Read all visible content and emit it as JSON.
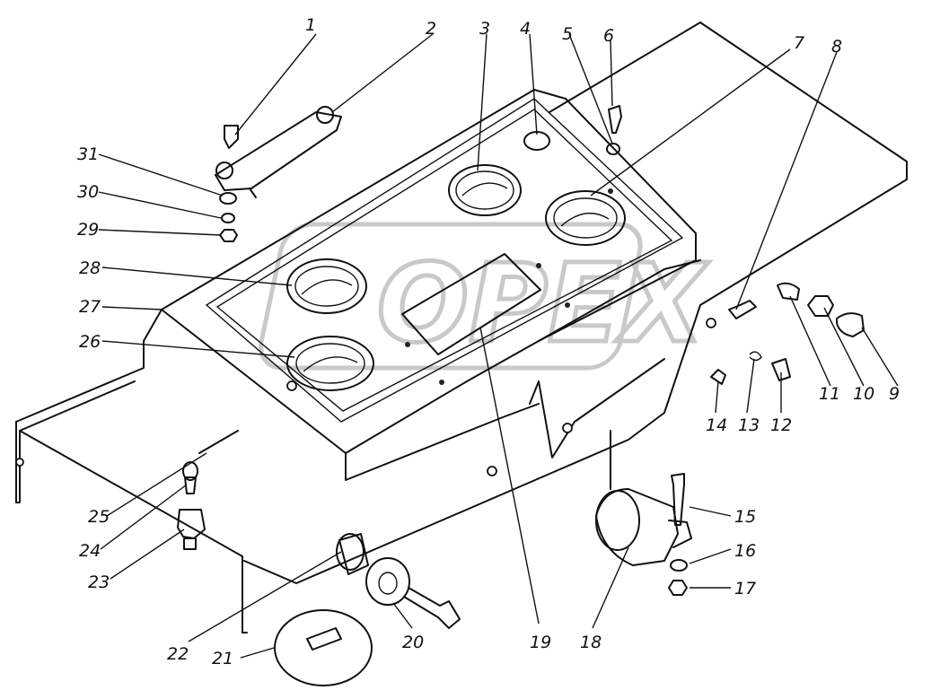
{
  "labels": [
    "1",
    "2",
    "3",
    "4",
    "5",
    "6",
    "7",
    "8",
    "9",
    "10",
    "11",
    "12",
    "13",
    "14",
    "15",
    "16",
    "17",
    "18",
    "19",
    "20",
    "21",
    "22",
    "23",
    "24",
    "25",
    "26",
    "27",
    "28",
    "29",
    "30",
    "31"
  ],
  "watermark": "OPEX",
  "colors": {
    "line": "#111111",
    "watermark": "#c9c9c9",
    "background": "#ffffff"
  }
}
